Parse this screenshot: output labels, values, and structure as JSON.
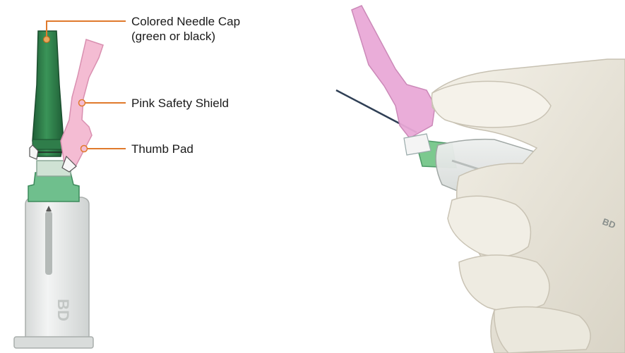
{
  "callouts": {
    "needle_cap": {
      "line1": "Colored Needle Cap",
      "line2": "(green or black)"
    },
    "safety_shield": {
      "label": "Pink Safety Shield"
    },
    "thumb_pad": {
      "label": "Thumb Pad"
    }
  },
  "holder_brand": "BD",
  "photo_brand": "BD",
  "colors": {
    "leader_line": "#e07a2c",
    "needle_cap": "#2f7d4a",
    "safety_shield": "#f2b6cf",
    "glove": "#ece8dc",
    "holder": "#e9ebea"
  }
}
